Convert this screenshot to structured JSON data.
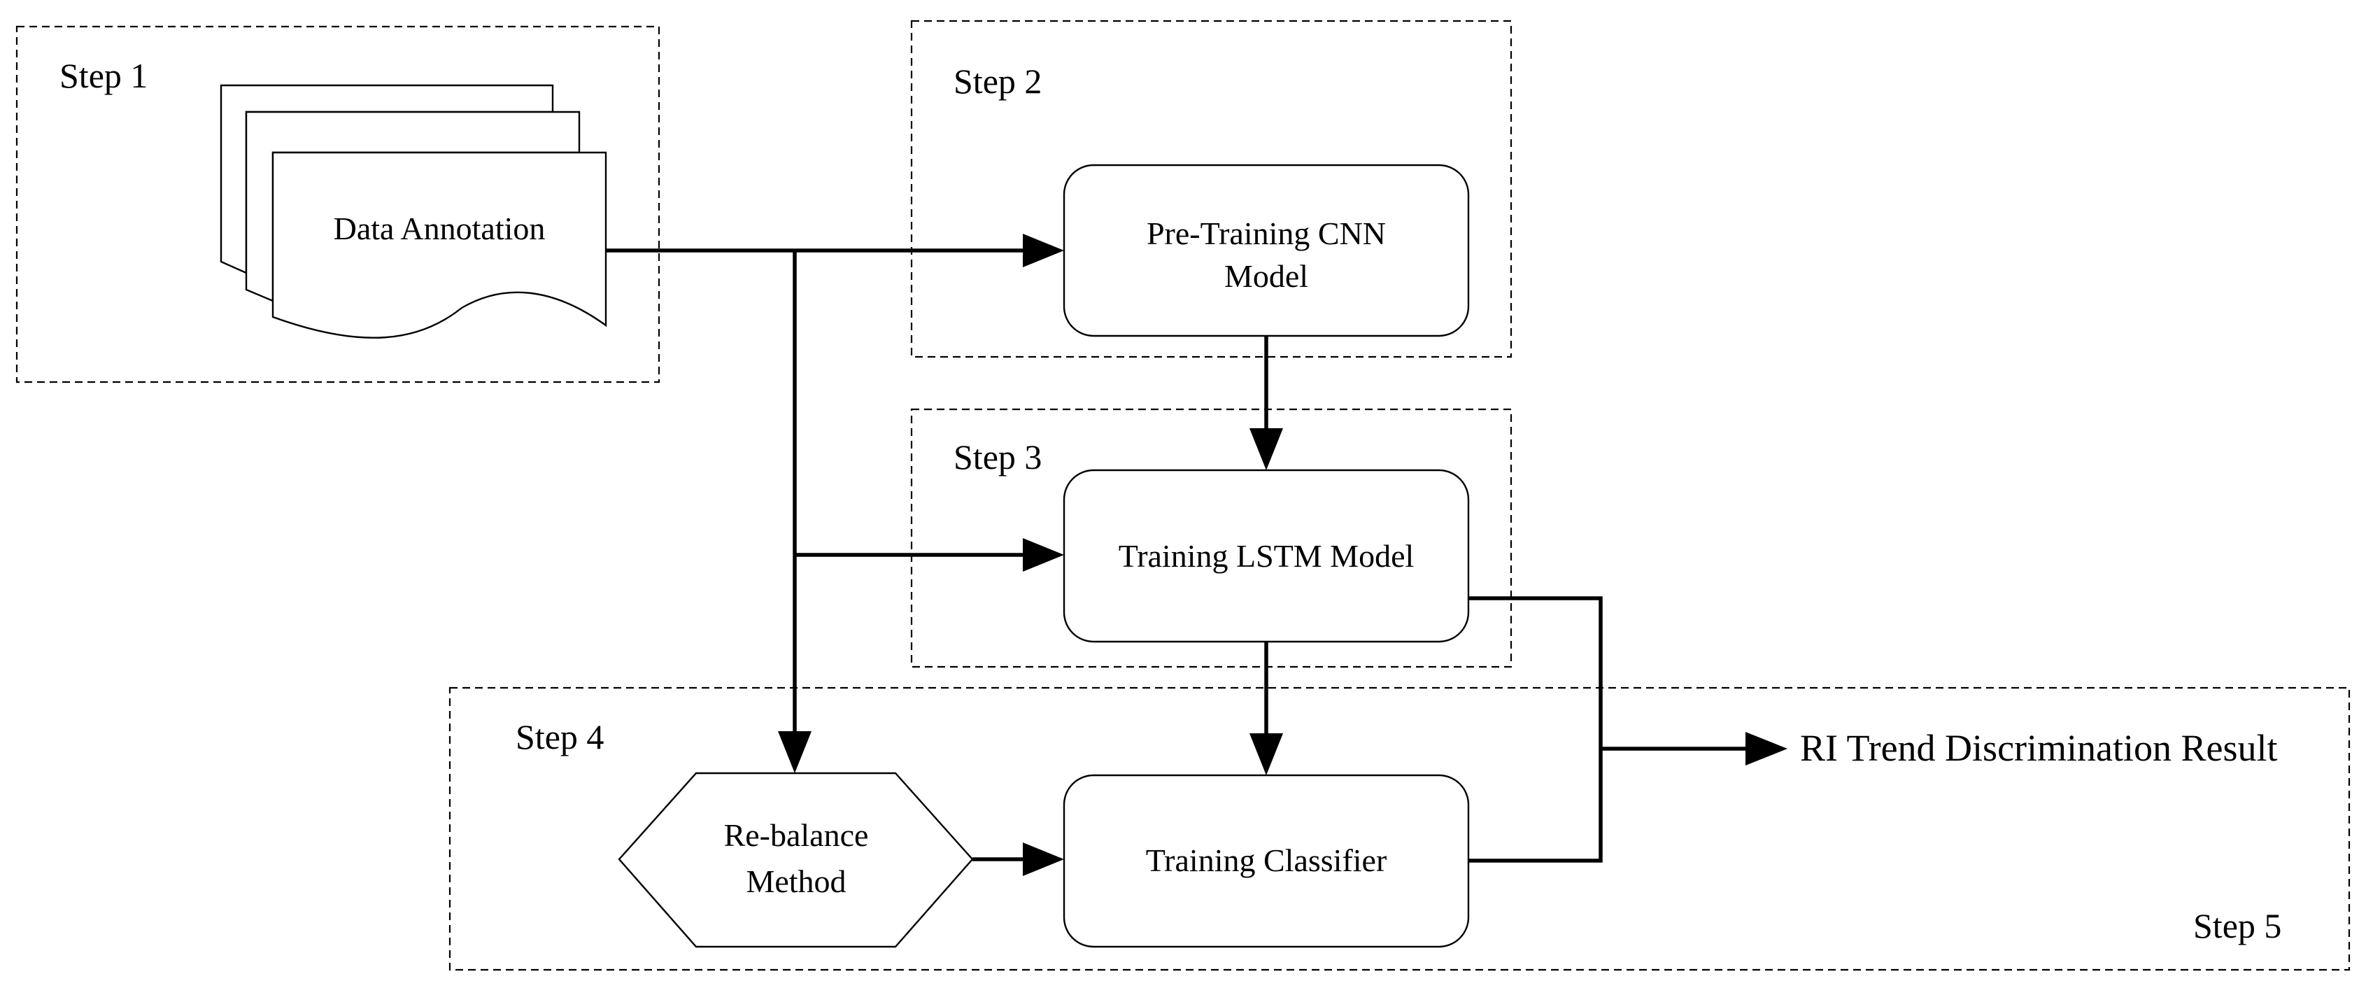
{
  "steps": {
    "step1": "Step 1",
    "step2": "Step 2",
    "step3": "Step 3",
    "step4": "Step 4",
    "step5": "Step 5"
  },
  "nodes": {
    "data_annotation": "Data Annotation",
    "pretraining_cnn": {
      "line1": "Pre-Training CNN",
      "line2": "Model"
    },
    "training_lstm": "Training LSTM Model",
    "rebalance": {
      "line1": "Re-balance",
      "line2": "Method"
    },
    "training_classifier": "Training Classifier"
  },
  "output": {
    "result": "RI Trend Discrimination Result"
  }
}
